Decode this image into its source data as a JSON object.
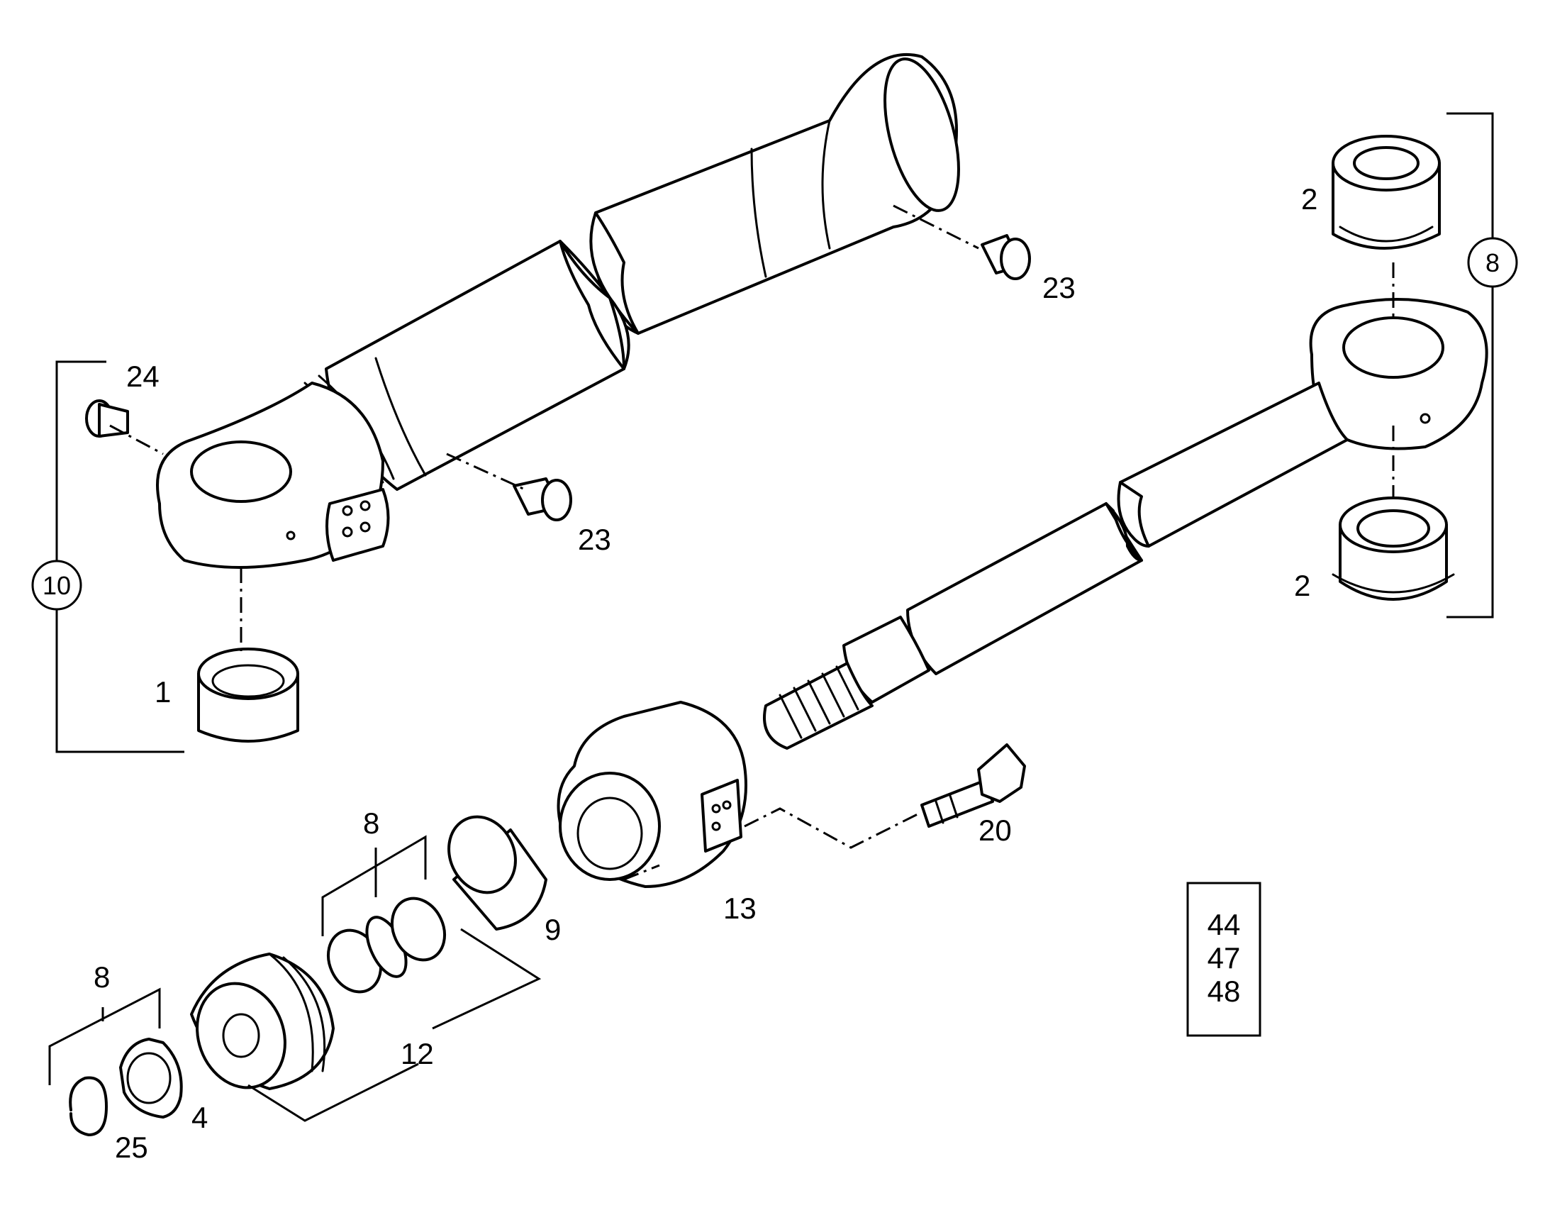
{
  "callouts": {
    "c1": "1",
    "c2a": "2",
    "c2b": "2",
    "c4": "4",
    "c8_rod": "8",
    "c8_rings": "8",
    "c8_nut": "8",
    "c9": "9",
    "c10": "10",
    "c12": "12",
    "c13": "13",
    "c20": "20",
    "c23a": "23",
    "c23b": "23",
    "c24": "24",
    "c25": "25"
  },
  "reference_box": [
    "44",
    "47",
    "48"
  ]
}
